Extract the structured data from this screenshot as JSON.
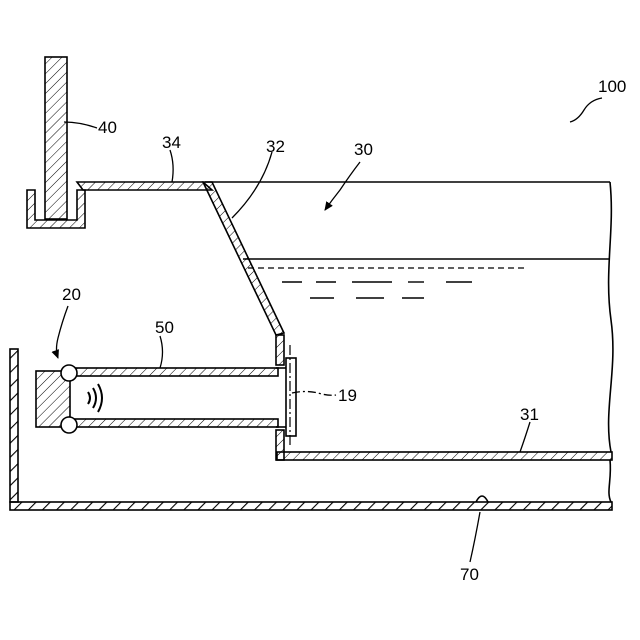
{
  "labels": {
    "tank_assembly": "100",
    "tank": "30",
    "sloped_wall": "32",
    "upper_wall": "34",
    "float_rod": "40",
    "sensor": "20",
    "tube": "50",
    "window": "19",
    "tank_bottom": "31",
    "floor": "70"
  },
  "colors": {
    "line": "#000000",
    "background": "#ffffff"
  }
}
